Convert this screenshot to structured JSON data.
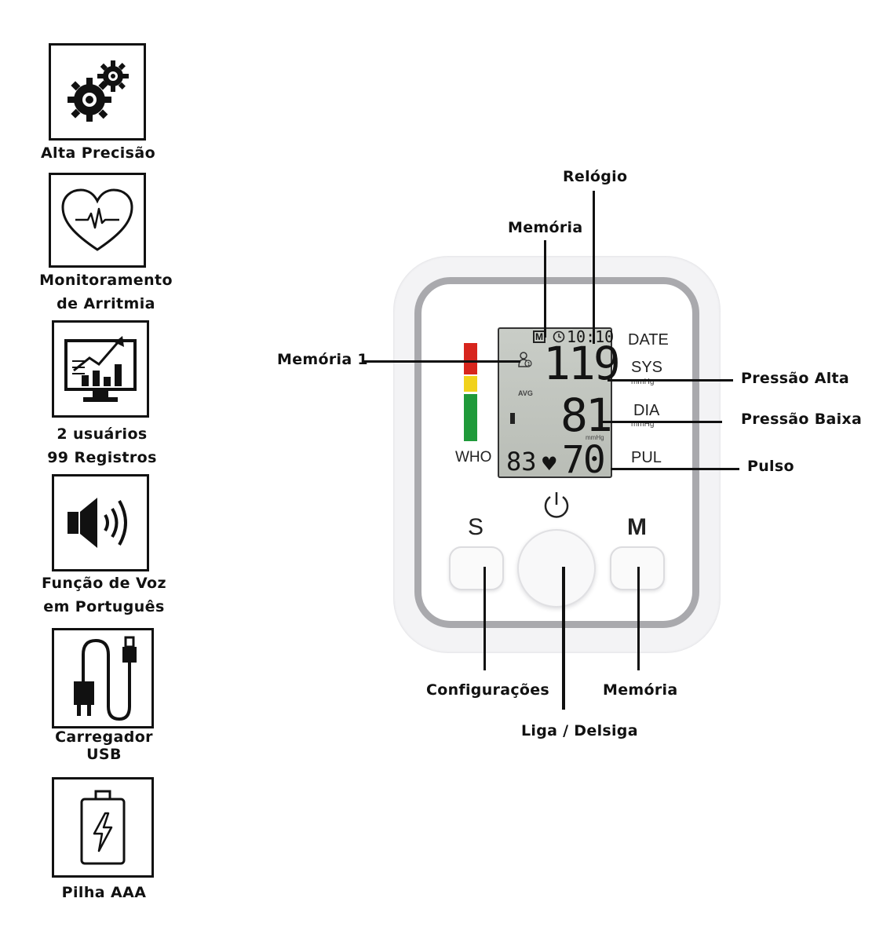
{
  "features": [
    {
      "label": "Alta Precisão",
      "icon": "gears-icon"
    },
    {
      "label": "Monitoramento\nde Arritmia",
      "icon": "heart-pulse-icon"
    },
    {
      "label": "2  usuários\n99 Registros",
      "icon": "chart-monitor-icon"
    },
    {
      "label": "Função de Voz\nem Português",
      "icon": "speaker-icon"
    },
    {
      "label": "Carregador\nUSB",
      "icon": "usb-cable-icon"
    },
    {
      "label": "Pilha AAA",
      "icon": "battery-icon"
    }
  ],
  "callouts": {
    "relogio": "Relógio",
    "memoria_top": "Memória",
    "memoria1": "Memória 1",
    "pressao_alta": "Pressão Alta",
    "pressao_baixa": "Pressão Baixa",
    "pulso": "Pulso",
    "configuracoes": "Configurações",
    "liga_desliga": "Liga / Delsiga",
    "memoria_bottom": "Memória"
  },
  "device": {
    "time": "10:10",
    "mem_badge": "M",
    "sys_value": "119",
    "dia_value": "81",
    "pul_value": "70",
    "count_value": "83",
    "avg_label": "AVG",
    "labels": {
      "date": "DATE",
      "sys": "SYS",
      "dia": "DIA",
      "pul": "PUL",
      "who": "WHO",
      "unit": "mmHg"
    },
    "buttons": {
      "s": "S",
      "m": "M"
    },
    "who_colors": {
      "red": "#d7251d",
      "yellow": "#f1d21c",
      "green": "#1f9a3a"
    }
  }
}
